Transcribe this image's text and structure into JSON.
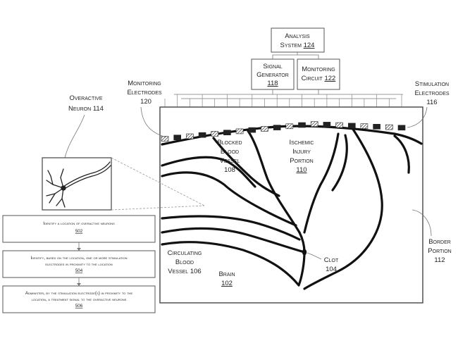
{
  "analysis_system": {
    "line1": "Analysis",
    "line2": "System",
    "ref": "124"
  },
  "signal_generator": {
    "line1": "Signal",
    "line2": "Generator",
    "ref": "118"
  },
  "monitoring_circuit": {
    "line1": "Monitoring",
    "line2": "Circuit",
    "ref": "122"
  },
  "monitoring_electrodes": {
    "line1": "Monitoring",
    "line2": "Electrodes",
    "ref": "120"
  },
  "stimulation_electrodes": {
    "line1": "Stimulation",
    "line2": "Electrodes",
    "ref": "116"
  },
  "overactive_neuron": {
    "line1": "Overactive",
    "line2": "Neuron",
    "ref": "114"
  },
  "blocked_vessel": {
    "line1": "Blocked",
    "line2": "Blood",
    "line3": "Vessel",
    "ref": "108"
  },
  "ischemic_injury": {
    "line1": "Ischemic",
    "line2": "Injury",
    "line3": "Portion",
    "ref": "110"
  },
  "circulating_vessel": {
    "line1": "Circulating",
    "line2": "Blood",
    "line3": "Vessel",
    "ref": "106"
  },
  "brain": {
    "line1": "Brain",
    "ref": "102"
  },
  "clot": {
    "line1": "Clot",
    "ref": "104"
  },
  "border_portion": {
    "line1": "Border",
    "line2": "Portion",
    "ref": "112"
  },
  "steps": [
    {
      "text1": "Identify a location of overactive neurons",
      "text2": "",
      "ref": "502"
    },
    {
      "text1": "Identify, based on the location, one or more stimulation",
      "text2": "electrodes in proximity to the location",
      "ref": "504"
    },
    {
      "text1": "Administer, by the stimulation electrode(s) in proximity to the",
      "text2": "location, a treatment signal to the overactive neurons",
      "ref": "506"
    }
  ]
}
